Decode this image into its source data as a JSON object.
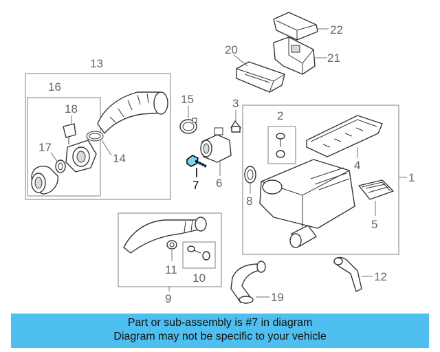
{
  "callouts": {
    "c1": "1",
    "c2": "2",
    "c3": "3",
    "c4": "4",
    "c5": "5",
    "c6": "6",
    "c7": "7",
    "c8": "8",
    "c9": "9",
    "c10": "10",
    "c11": "11",
    "c12": "12",
    "c13": "13",
    "c14": "14",
    "c15": "15",
    "c16": "16",
    "c17": "17",
    "c18": "18",
    "c19": "19",
    "c20": "20",
    "c21": "21",
    "c22": "22"
  },
  "highlighted_part": "7",
  "banner": {
    "line1": "Part or sub-assembly is #7 in diagram",
    "line2": "Diagram may not be specific to your vehicle",
    "background": "#4fbff0"
  }
}
